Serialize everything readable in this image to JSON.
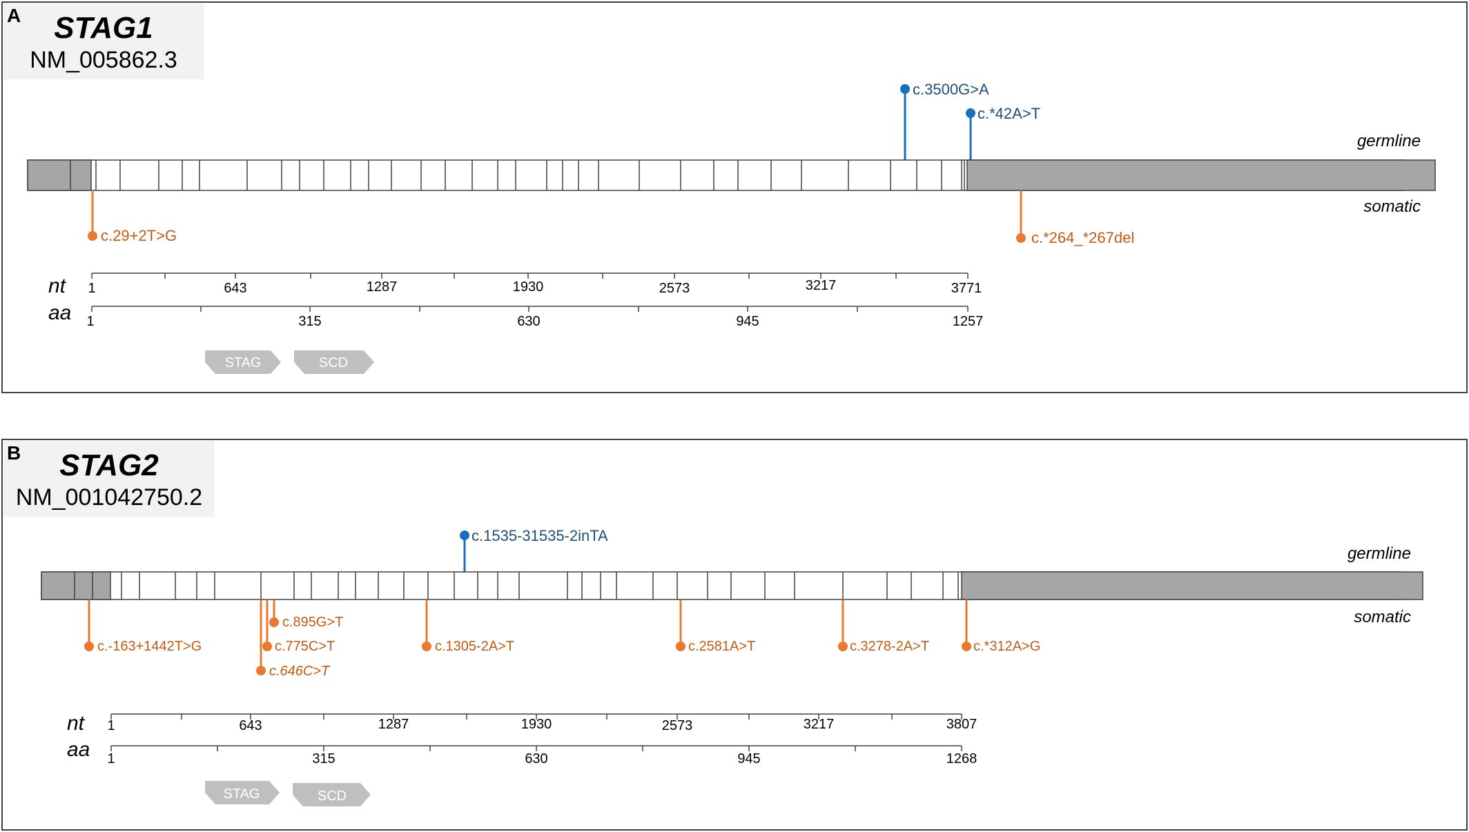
{
  "colors": {
    "germline": "#1a6fbd",
    "germline_text": "#1f4e79",
    "somatic": "#e77a2e",
    "utr": "#a6a6a6",
    "domain": "#bfbfbf",
    "header_bg": "#f2f2f2"
  },
  "panels": [
    {
      "letter": "A",
      "gene": "STAG1",
      "transcript": "NM_005862.3",
      "germline_label": "germline",
      "somatic_label": "somatic",
      "nt_label": "nt",
      "aa_label": "aa",
      "nt_ticks": [
        "1",
        "643",
        "1287",
        "1930",
        "2573",
        "3217",
        "3771"
      ],
      "aa_ticks": [
        "1",
        "315",
        "630",
        "945",
        "1257"
      ],
      "domains": [
        "STAG",
        "SCD"
      ],
      "germline_variants": [
        {
          "label": "c.3500G>A",
          "italic": false
        },
        {
          "label": "c.*42A>T",
          "italic": false
        }
      ],
      "somatic_variants": [
        {
          "label": "c.29+2T>G",
          "italic": false
        },
        {
          "label": "c.*264_*267del",
          "italic": false
        }
      ]
    },
    {
      "letter": "B",
      "gene": "STAG2",
      "transcript": "NM_001042750.2",
      "germline_label": "germline",
      "somatic_label": "somatic",
      "nt_label": "nt",
      "aa_label": "aa",
      "nt_ticks": [
        "1",
        "643",
        "1287",
        "1930",
        "2573",
        "3217",
        "3807"
      ],
      "aa_ticks": [
        "1",
        "315",
        "630",
        "945",
        "1268"
      ],
      "domains": [
        "STAG",
        "SCD"
      ],
      "germline_variants": [
        {
          "label": "c.1535-31535-2inTA",
          "italic": false
        }
      ],
      "somatic_variants": [
        {
          "label": "c.-163+1442T>G",
          "italic": false
        },
        {
          "label": "c.895G>T",
          "italic": false
        },
        {
          "label": "c.775C>T",
          "italic": false
        },
        {
          "label": "c.646C>T",
          "italic": true
        },
        {
          "label": "c.1305-2A>T",
          "italic": false
        },
        {
          "label": "c.2581A>T",
          "italic": false
        },
        {
          "label": "c.3278-2A>T",
          "italic": false
        },
        {
          "label": "c.*312A>G",
          "italic": false
        }
      ]
    }
  ]
}
